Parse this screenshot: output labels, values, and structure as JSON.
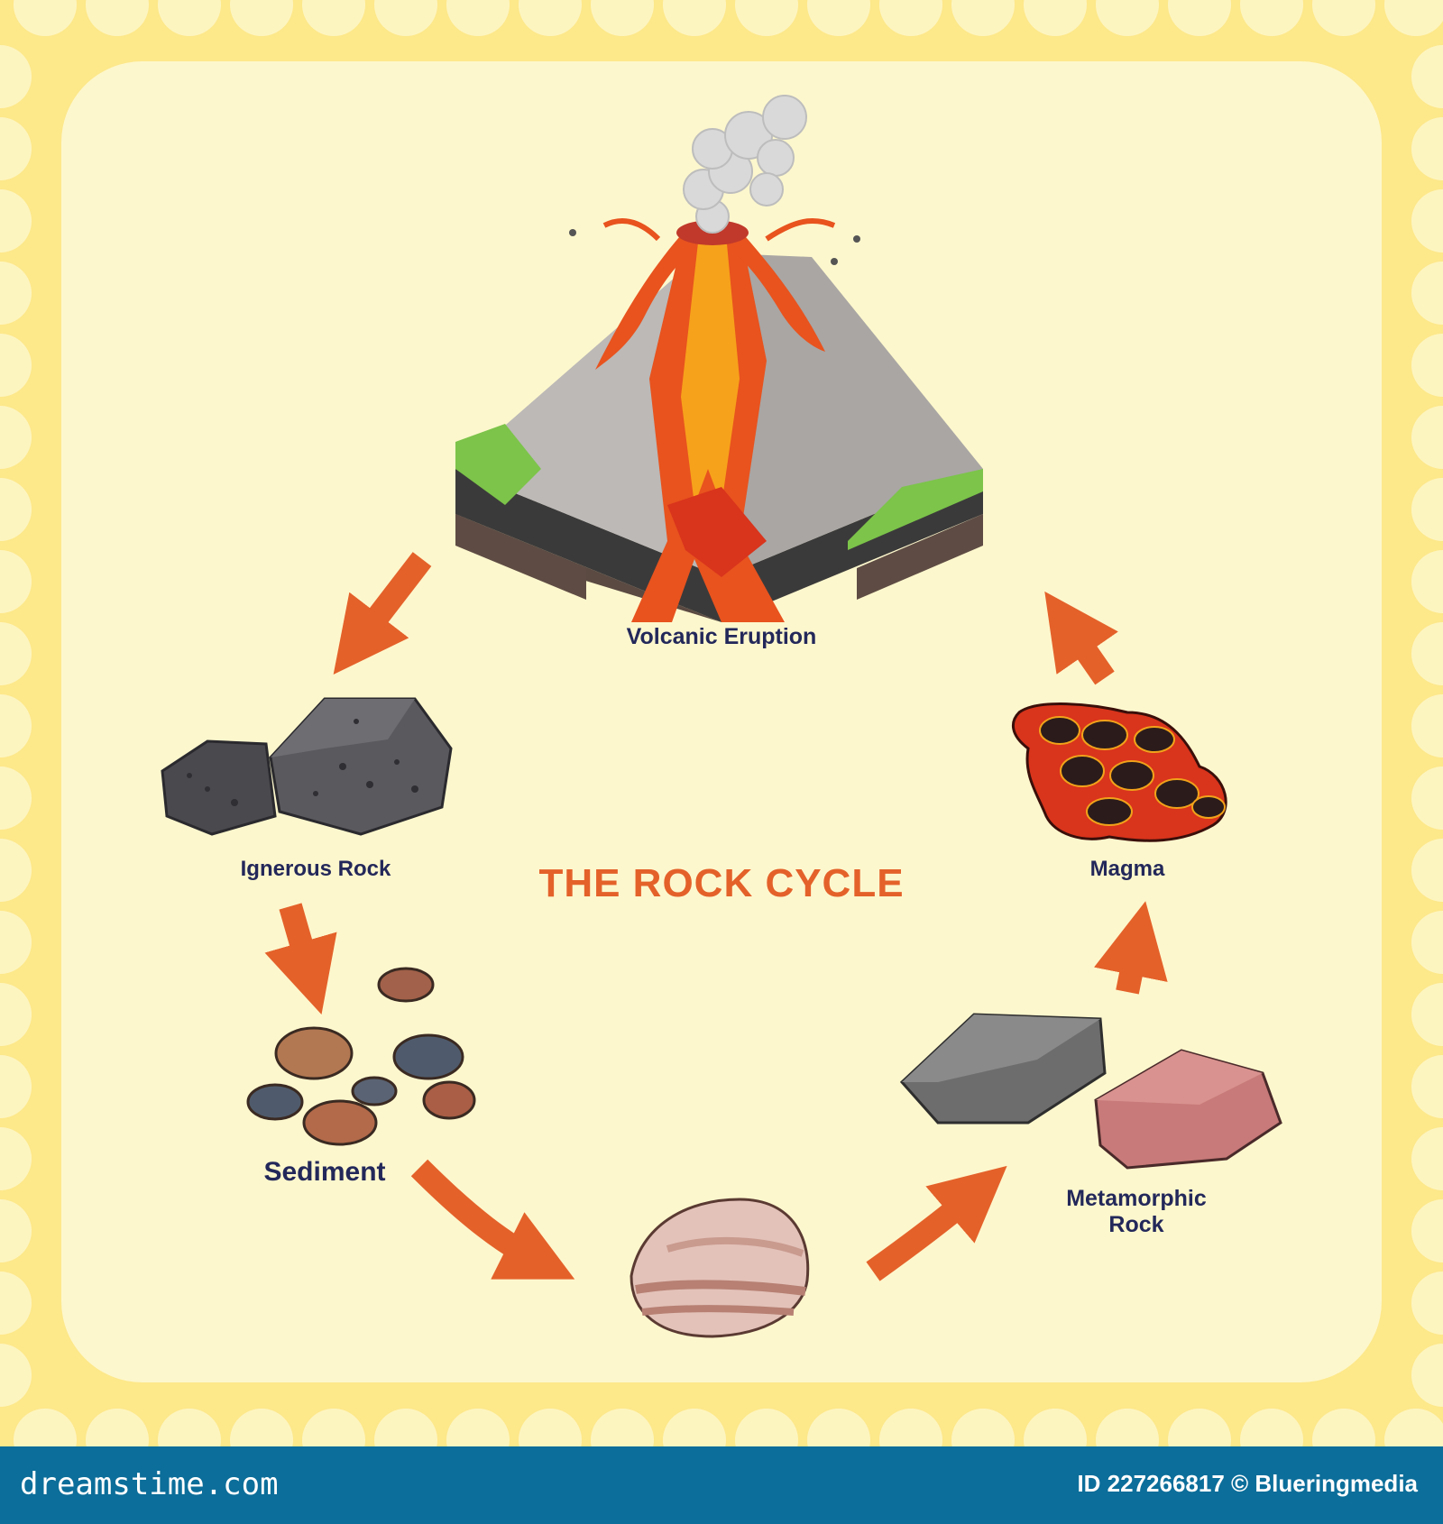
{
  "diagram": {
    "title": "THE ROCK CYCLE",
    "stages": [
      {
        "id": "volcanic-eruption",
        "label": "Volcanic Eruption"
      },
      {
        "id": "igneous-rock",
        "label": "Ignerous Rock"
      },
      {
        "id": "sediment",
        "label": "Sediment"
      },
      {
        "id": "sedimentary-rock",
        "label": ""
      },
      {
        "id": "metamorphic-rock",
        "label": "Metamorphic Rock",
        "lines": [
          "Metamorphic",
          "Rock"
        ]
      },
      {
        "id": "magma",
        "label": "Magma"
      }
    ],
    "arrow_color": "#e4612a"
  },
  "footer": {
    "site": "dreamstime.com",
    "id_text": "ID 227266817 © Blueringmedia"
  }
}
